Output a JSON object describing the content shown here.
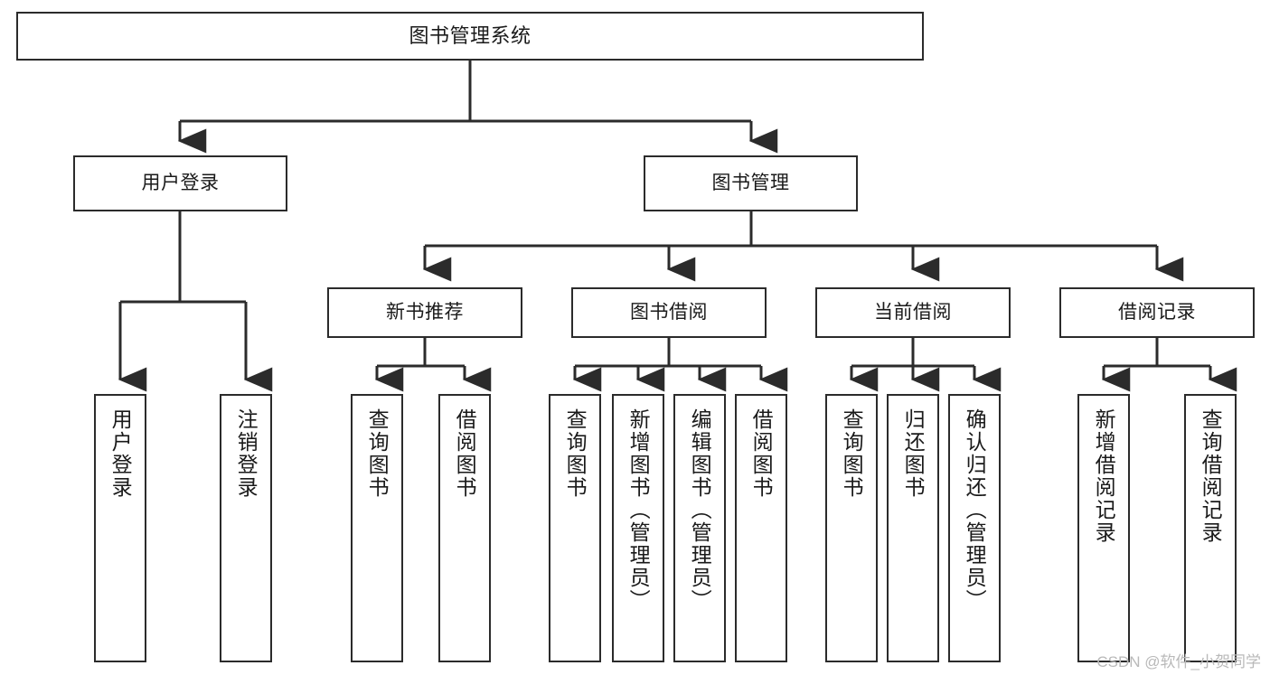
{
  "diagram": {
    "type": "tree-hierarchy-diagram",
    "title": "图书管理系统",
    "colors": {
      "stroke": "#2b2b2b",
      "fill": "#ffffff",
      "text": "#1a1a1a",
      "watermark": "#b9b9b9"
    },
    "root": {
      "label": "图书管理系统"
    },
    "level2": [
      {
        "label": "用户登录"
      },
      {
        "label": "图书管理"
      }
    ],
    "level3": [
      {
        "label": "新书推荐"
      },
      {
        "label": "图书借阅"
      },
      {
        "label": "当前借阅"
      },
      {
        "label": "借阅记录"
      }
    ],
    "leaves": {
      "user_login": [
        {
          "label": "用户登录"
        },
        {
          "label": "注销登录"
        }
      ],
      "new_book_recommend": [
        {
          "label": "查询图书"
        },
        {
          "label": "借阅图书"
        }
      ],
      "book_borrow": [
        {
          "label": "查询图书"
        },
        {
          "label": "新增图书（管理员）"
        },
        {
          "label": "编辑图书（管理员）"
        },
        {
          "label": "借阅图书"
        }
      ],
      "current_borrow": [
        {
          "label": "查询图书"
        },
        {
          "label": "归还图书"
        },
        {
          "label": "确认归还（管理员）"
        }
      ],
      "borrow_record": [
        {
          "label": "新增借阅记录"
        },
        {
          "label": "查询借阅记录"
        }
      ]
    },
    "watermark": "CSDN @软件_小贺同学"
  }
}
